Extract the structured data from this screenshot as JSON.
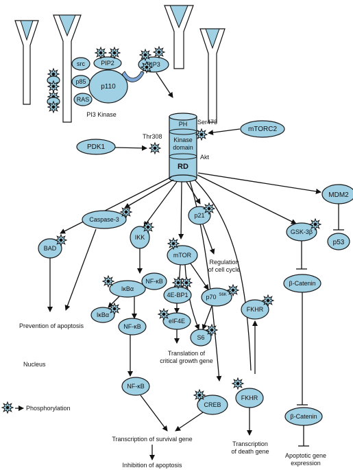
{
  "colors": {
    "node_fill": "#9fd0e4",
    "stroke": "#111111",
    "arrow_blue": "#7da8d6"
  },
  "nodes": {
    "src": "src",
    "p85": "p85",
    "ras": "RAS",
    "p110": "p110",
    "pip2": "PIP2",
    "pip3": "PIP3",
    "pi3_kinase": "PI3 Kinase",
    "ph": "PH",
    "kinase_domain_1": "Kinase",
    "kinase_domain_2": "domain",
    "rd": "RD",
    "akt": "Akt",
    "ser473": "Ser473",
    "thr308": "Thr308",
    "mtorc2": "mTORC2",
    "pdk1": "PDK1",
    "mdm2": "MDM2",
    "p53": "p53",
    "bad": "BAD",
    "caspase3": "Caspase-3",
    "ikk": "IKK",
    "p21": "p21",
    "gsk3b": "GSK-3β",
    "mtor": "mTOR",
    "ikba_complex": "IκBα",
    "nfkb_complex": "NF-κB",
    "ikba_free": "IκBα",
    "nfkb_free": "NF-κB",
    "nfkb_nucleus": "NF-κB",
    "ebp1": "4E-BP1",
    "eif4e": "eIF4E",
    "s6": "S6",
    "p70_base": "p70",
    "p70_sup": "S6K",
    "creb": "CREB",
    "fkhr_upper": "FKHR",
    "fkhr_lower": "FKHR",
    "bcatenin_upper": "β-Catenin",
    "bcatenin_lower": "β-Catenin"
  },
  "labels": {
    "prevention_apoptosis": "Prevention of apoptosis",
    "nucleus": "Nucleus",
    "regulation_1": "Regulation",
    "regulation_2": "of cell cycle",
    "translation_1": "Translation of",
    "translation_2": "critical growth gene",
    "phosphorylation": "Phosphorylation",
    "transcription_survival": "Transcription of survival gene",
    "inhibition_apoptosis": "Inhibition of apoptosis",
    "transcription_death_1": "Transcription",
    "transcription_death_2": "of death gene",
    "apoptotic_1": "Apoptotic gene",
    "apoptotic_2": "expression"
  }
}
